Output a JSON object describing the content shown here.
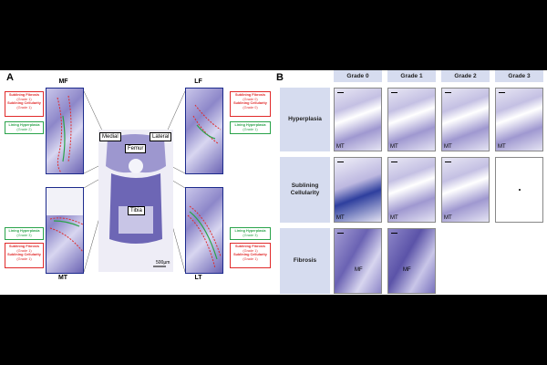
{
  "panel_a": {
    "label": "A",
    "regions": {
      "mf": "MF",
      "lf": "LF",
      "mt": "MT",
      "lt": "LT"
    },
    "center": {
      "medial": "Medial",
      "lateral": "Lateral",
      "femur": "Femur",
      "tibia": "Tibia",
      "scale": "500µm"
    },
    "annotations": {
      "mf_red": [
        {
          "text": "Sublining Fibrosis",
          "grade": "(Grade 1)"
        },
        {
          "text": "Sublining Cellularity",
          "grade": "(Grade 1)"
        }
      ],
      "mf_green": [
        {
          "text": "Lining Hyperplasia",
          "grade": "(Grade 2)"
        }
      ],
      "lf_red": [
        {
          "text": "Sublining Fibrosis",
          "grade": "(Grade 0)"
        },
        {
          "text": "Sublining Cellularity",
          "grade": "(Grade 0)"
        }
      ],
      "lf_green": [
        {
          "text": "Lining Hyperplasia",
          "grade": "(Grade 1)"
        }
      ],
      "mt_green": [
        {
          "text": "Lining Hyperplasia",
          "grade": "(Grade 3)"
        }
      ],
      "mt_red": [
        {
          "text": "Sublining Fibrosis",
          "grade": "(Grade 1)"
        },
        {
          "text": "Sublining Cellularity",
          "grade": "(Grade 1)"
        }
      ],
      "lt_green": [
        {
          "text": "Lining Hyperplasia",
          "grade": "(Grade 3)"
        }
      ],
      "lt_red": [
        {
          "text": "Sublining Fibrosis",
          "grade": "(Grade 1)"
        },
        {
          "text": "Sublining Cellularity",
          "grade": "(Grade 1)"
        }
      ]
    }
  },
  "panel_b": {
    "label": "B",
    "grades": [
      "Grade 0",
      "Grade 1",
      "Grade 2",
      "Grade 3"
    ],
    "rows": [
      {
        "name": "Hyperplasia",
        "tags": [
          "MT",
          "MT",
          "MT",
          "MT"
        ]
      },
      {
        "name": "Sublining Cellularity",
        "tags": [
          "MT",
          "MT",
          "MT",
          ""
        ]
      },
      {
        "name": "Fibrosis",
        "tags": [
          "MF",
          "MF"
        ]
      }
    ]
  },
  "colors": {
    "red": "#e12a2a",
    "green": "#2aa34a",
    "header_bg": "#d6dcef",
    "stain": "#6b64b4"
  }
}
